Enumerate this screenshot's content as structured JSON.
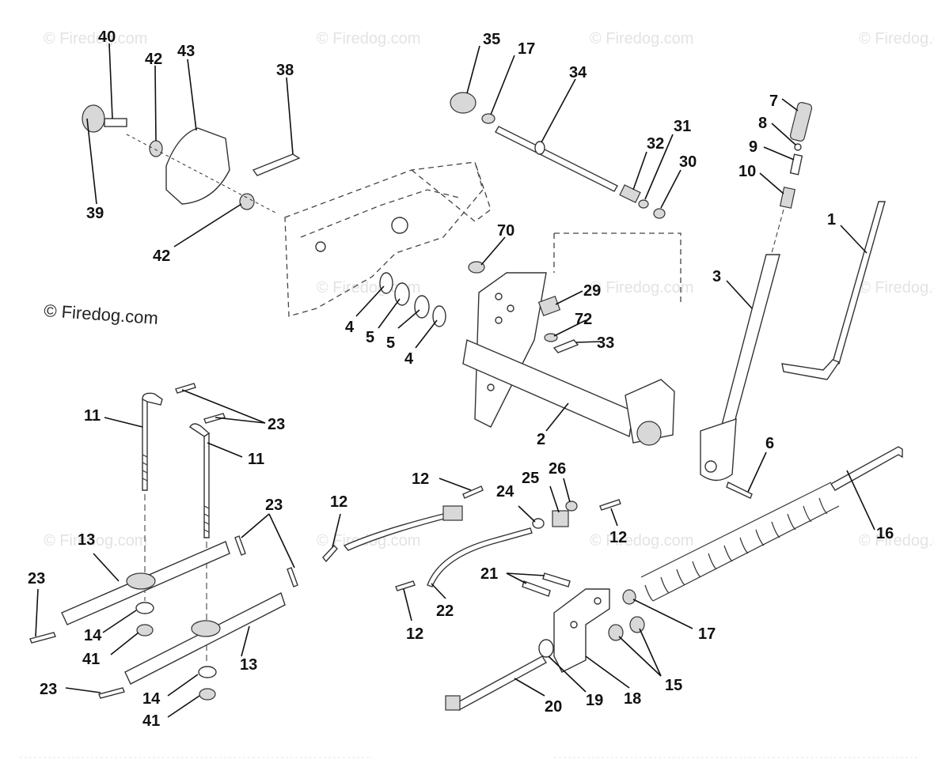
{
  "diagram": {
    "watermark_primary": "© Firedog.com",
    "watermark_faint": "© Firedog.com",
    "callouts": {
      "c40": "40",
      "c42a": "42",
      "c43": "43",
      "c38": "38",
      "c39": "39",
      "c42b": "42",
      "c35": "35",
      "c17a": "17",
      "c34": "34",
      "c32": "32",
      "c31": "31",
      "c30": "30",
      "c7": "7",
      "c8": "8",
      "c9": "9",
      "c10": "10",
      "c1": "1",
      "c3": "3",
      "c70": "70",
      "c29": "29",
      "c72": "72",
      "c33": "33",
      "c4a": "4",
      "c5a": "5",
      "c5b": "5",
      "c4b": "4",
      "c2": "2",
      "c6": "6",
      "c11a": "11",
      "c23a": "23",
      "c11b": "11",
      "c23b": "23",
      "c13a": "13",
      "c23c": "23",
      "c14a": "14",
      "c41a": "41",
      "c13b": "13",
      "c23d": "23",
      "c14b": "14",
      "c41b": "41",
      "c12a": "12",
      "c12b": "12",
      "c24": "24",
      "c25": "25",
      "c26": "26",
      "c12c": "12",
      "c22": "22",
      "c12d": "12",
      "c21": "21",
      "c16": "16",
      "c17b": "17",
      "c15": "15",
      "c18": "18",
      "c19": "19",
      "c20": "20"
    }
  }
}
